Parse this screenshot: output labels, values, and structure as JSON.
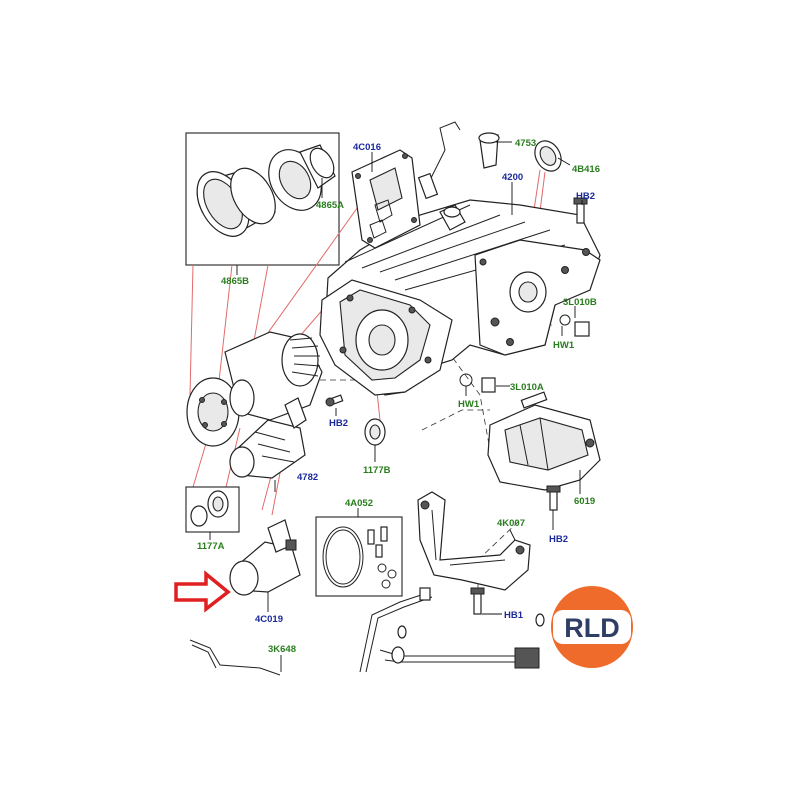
{
  "colors": {
    "label_blue": "#1b2a9c",
    "label_green": "#2a7d1e",
    "arrow_red": "#e02020",
    "logo_orange": "#ef6b2b",
    "logo_navy": "#2f3e64"
  },
  "labels": {
    "p4865b": "4865B",
    "p4865a": "4865A",
    "p4c016": "4C016",
    "p4753": "4753",
    "p4b416": "4B416",
    "p4200": "4200",
    "hb2_top": "HB2",
    "p3l010b": "3L010B",
    "hw1_right": "HW1",
    "p3l010a": "3L010A",
    "hw1_mid": "HW1",
    "hb2_left": "HB2",
    "p1177b": "1177B",
    "p4782": "4782",
    "p6019": "6019",
    "hb2_low": "HB2",
    "p4a052": "4A052",
    "p4k007": "4K007",
    "p1177a": "1177A",
    "p4c019": "4C019",
    "hb1": "HB1",
    "p3k648": "3K648"
  },
  "logo": {
    "text": "RLD"
  },
  "icons": {
    "pointer": "red-arrow-icon"
  }
}
